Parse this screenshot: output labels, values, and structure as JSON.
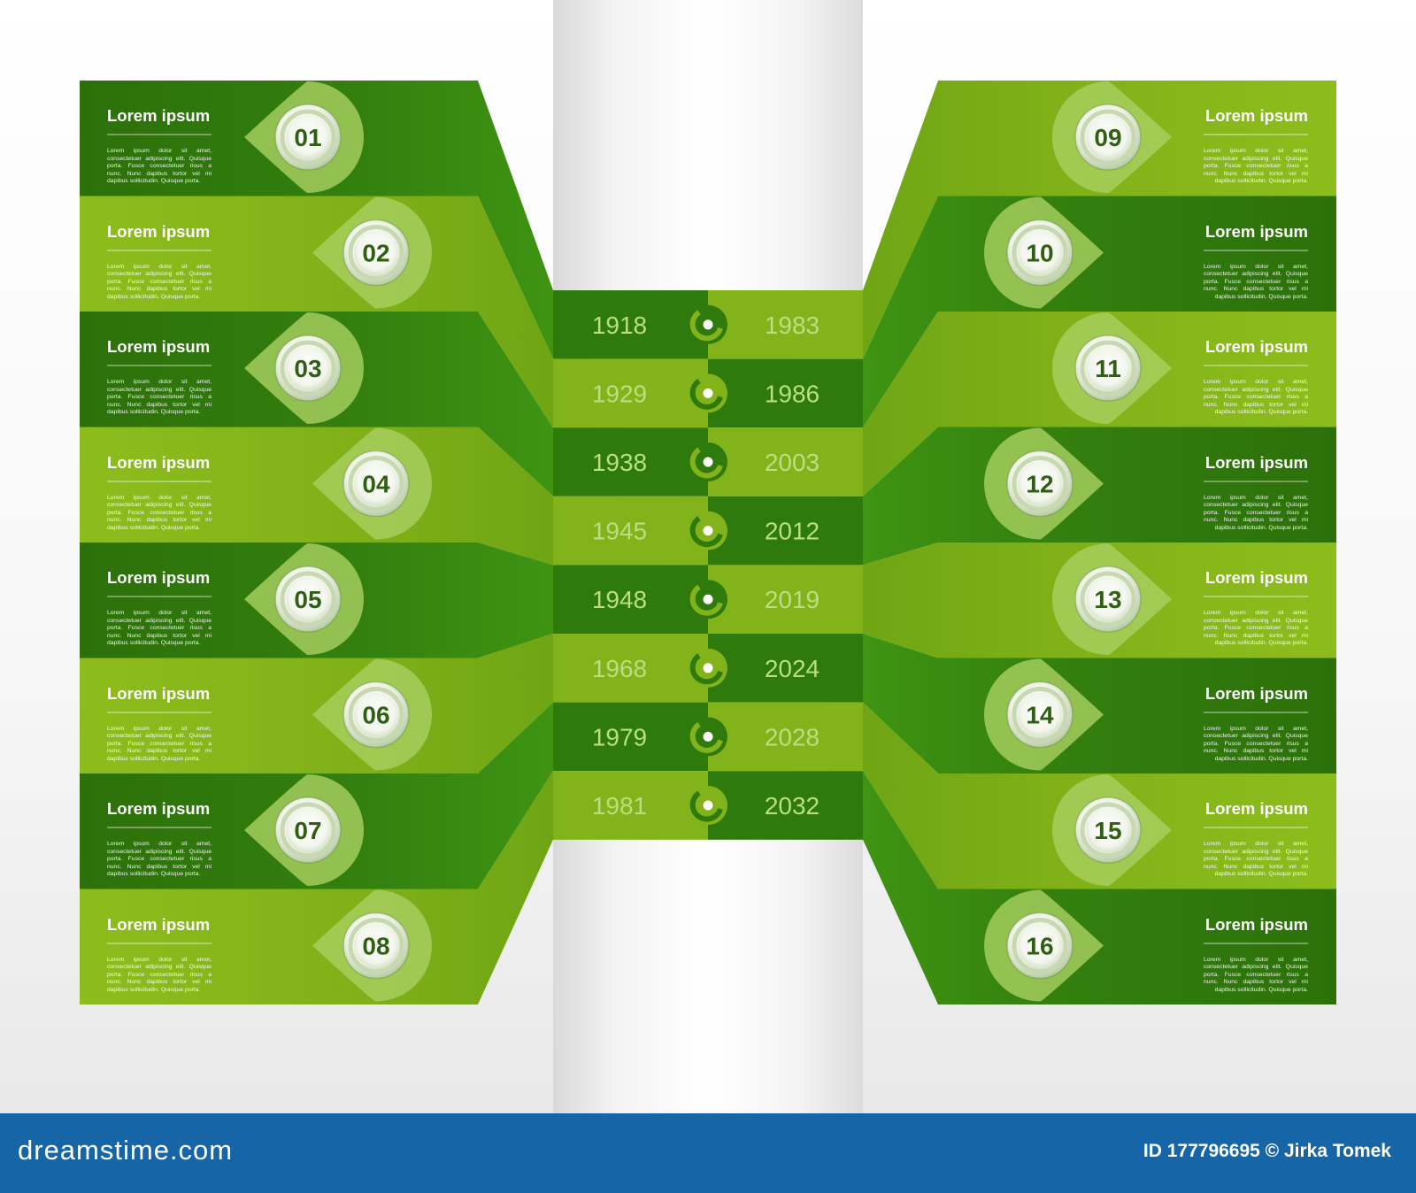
{
  "left_items": [
    {
      "number": "01",
      "title": "Lorem ipsum",
      "text": "Lorem ipsum dolor sit amet, consectetuer adipiscing elit. Quisque porta. Fusce consectetuer risus a nunc. Nunc dapibus tortor vel mi dapibus sollicitudin. Quisque porta."
    },
    {
      "number": "02",
      "title": "Lorem ipsum",
      "text": "Lorem ipsum dolor sit amet, consectetuer adipiscing elit. Quisque porta. Fusce consectetuer risus a nunc. Nunc dapibus tortor vel mi dapibus sollicitudin. Quisque porta."
    },
    {
      "number": "03",
      "title": "Lorem ipsum",
      "text": "Lorem ipsum dolor sit amet, consectetuer adipiscing elit. Quisque porta. Fusce consectetuer risus a nunc. Nunc dapibus tortor vel mi dapibus sollicitudin. Quisque porta."
    },
    {
      "number": "04",
      "title": "Lorem ipsum",
      "text": "Lorem ipsum dolor sit amet, consectetuer adipiscing elit. Quisque porta. Fusce consectetuer risus a nunc. Nunc dapibus tortor vel mi dapibus sollicitudin. Quisque porta."
    },
    {
      "number": "05",
      "title": "Lorem ipsum",
      "text": "Lorem ipsum dolor sit amet, consectetuer adipiscing elit. Quisque porta. Fusce consectetuer risus a nunc. Nunc dapibus tortor vel mi dapibus sollicitudin. Quisque porta."
    },
    {
      "number": "06",
      "title": "Lorem ipsum",
      "text": "Lorem ipsum dolor sit amet, consectetuer adipiscing elit. Quisque porta. Fusce consectetuer risus a nunc. Nunc dapibus tortor vel mi dapibus sollicitudin. Quisque porta."
    },
    {
      "number": "07",
      "title": "Lorem ipsum",
      "text": "Lorem ipsum dolor sit amet, consectetuer adipiscing elit. Quisque porta. Fusce consectetuer risus a nunc. Nunc dapibus tortor vel mi dapibus sollicitudin. Quisque porta."
    },
    {
      "number": "08",
      "title": "Lorem ipsum",
      "text": "Lorem ipsum dolor sit amet, consectetuer adipiscing elit. Quisque porta. Fusce consectetuer risus a nunc. Nunc dapibus tortor vel mi dapibus sollicitudin. Quisque porta."
    }
  ],
  "right_items": [
    {
      "number": "09",
      "title": "Lorem ipsum",
      "text": "Lorem ipsum dolor sit amet, consectetuer adipiscing elit. Quisque porta. Fusce consectetuer risus a nunc. Nunc dapibus tortor vel mi dapibus sollicitudin. Quisque porta."
    },
    {
      "number": "10",
      "title": "Lorem ipsum",
      "text": "Lorem ipsum dolor sit amet, consectetuer adipiscing elit. Quisque porta. Fusce consectetuer risus a nunc. Nunc dapibus tortor vel mi dapibus sollicitudin. Quisque porta."
    },
    {
      "number": "11",
      "title": "Lorem ipsum",
      "text": "Lorem ipsum dolor sit amet, consectetuer adipiscing elit. Quisque porta. Fusce consectetuer risus a nunc. Nunc dapibus tortor vel mi dapibus sollicitudin. Quisque porta."
    },
    {
      "number": "12",
      "title": "Lorem ipsum",
      "text": "Lorem ipsum dolor sit amet, consectetuer adipiscing elit. Quisque porta. Fusce consectetuer risus a nunc. Nunc dapibus tortor vel mi dapibus sollicitudin. Quisque porta."
    },
    {
      "number": "13",
      "title": "Lorem ipsum",
      "text": "Lorem ipsum dolor sit amet, consectetuer adipiscing elit. Quisque porta. Fusce consectetuer risus a nunc. Nunc dapibus tortor vel mi dapibus sollicitudin. Quisque porta."
    },
    {
      "number": "14",
      "title": "Lorem ipsum",
      "text": "Lorem ipsum dolor sit amet, consectetuer adipiscing elit. Quisque porta. Fusce consectetuer risus a nunc. Nunc dapibus tortor vel mi dapibus sollicitudin. Quisque porta."
    },
    {
      "number": "15",
      "title": "Lorem ipsum",
      "text": "Lorem ipsum dolor sit amet, consectetuer adipiscing elit. Quisque porta. Fusce consectetuer risus a nunc. Nunc dapibus tortor vel mi dapibus sollicitudin. Quisque porta."
    },
    {
      "number": "16",
      "title": "Lorem ipsum",
      "text": "Lorem ipsum dolor sit amet, consectetuer adipiscing elit. Quisque porta. Fusce consectetuer risus a nunc. Nunc dapibus tortor vel mi dapibus sollicitudin. Quisque porta."
    }
  ],
  "left_years": [
    "1918",
    "1929",
    "1938",
    "1945",
    "1948",
    "1968",
    "1979",
    "1981"
  ],
  "right_years": [
    "1983",
    "1986",
    "2003",
    "2012",
    "2019",
    "2024",
    "2028",
    "2032"
  ],
  "footer": {
    "brand": "dreamstime.com",
    "credit": "ID 177796695 © Jirka Tomek"
  },
  "colors": {
    "dark_green": "#2f7a0c",
    "light_green": "#8cbc1a",
    "lens_green": "#a8d060",
    "year_text": "#b9df83",
    "footer_blue": "#1565a7"
  },
  "icons": {
    "number_disc": "eye-lens-disc-icon",
    "spiral_connector": "spiral-hook-icon"
  }
}
